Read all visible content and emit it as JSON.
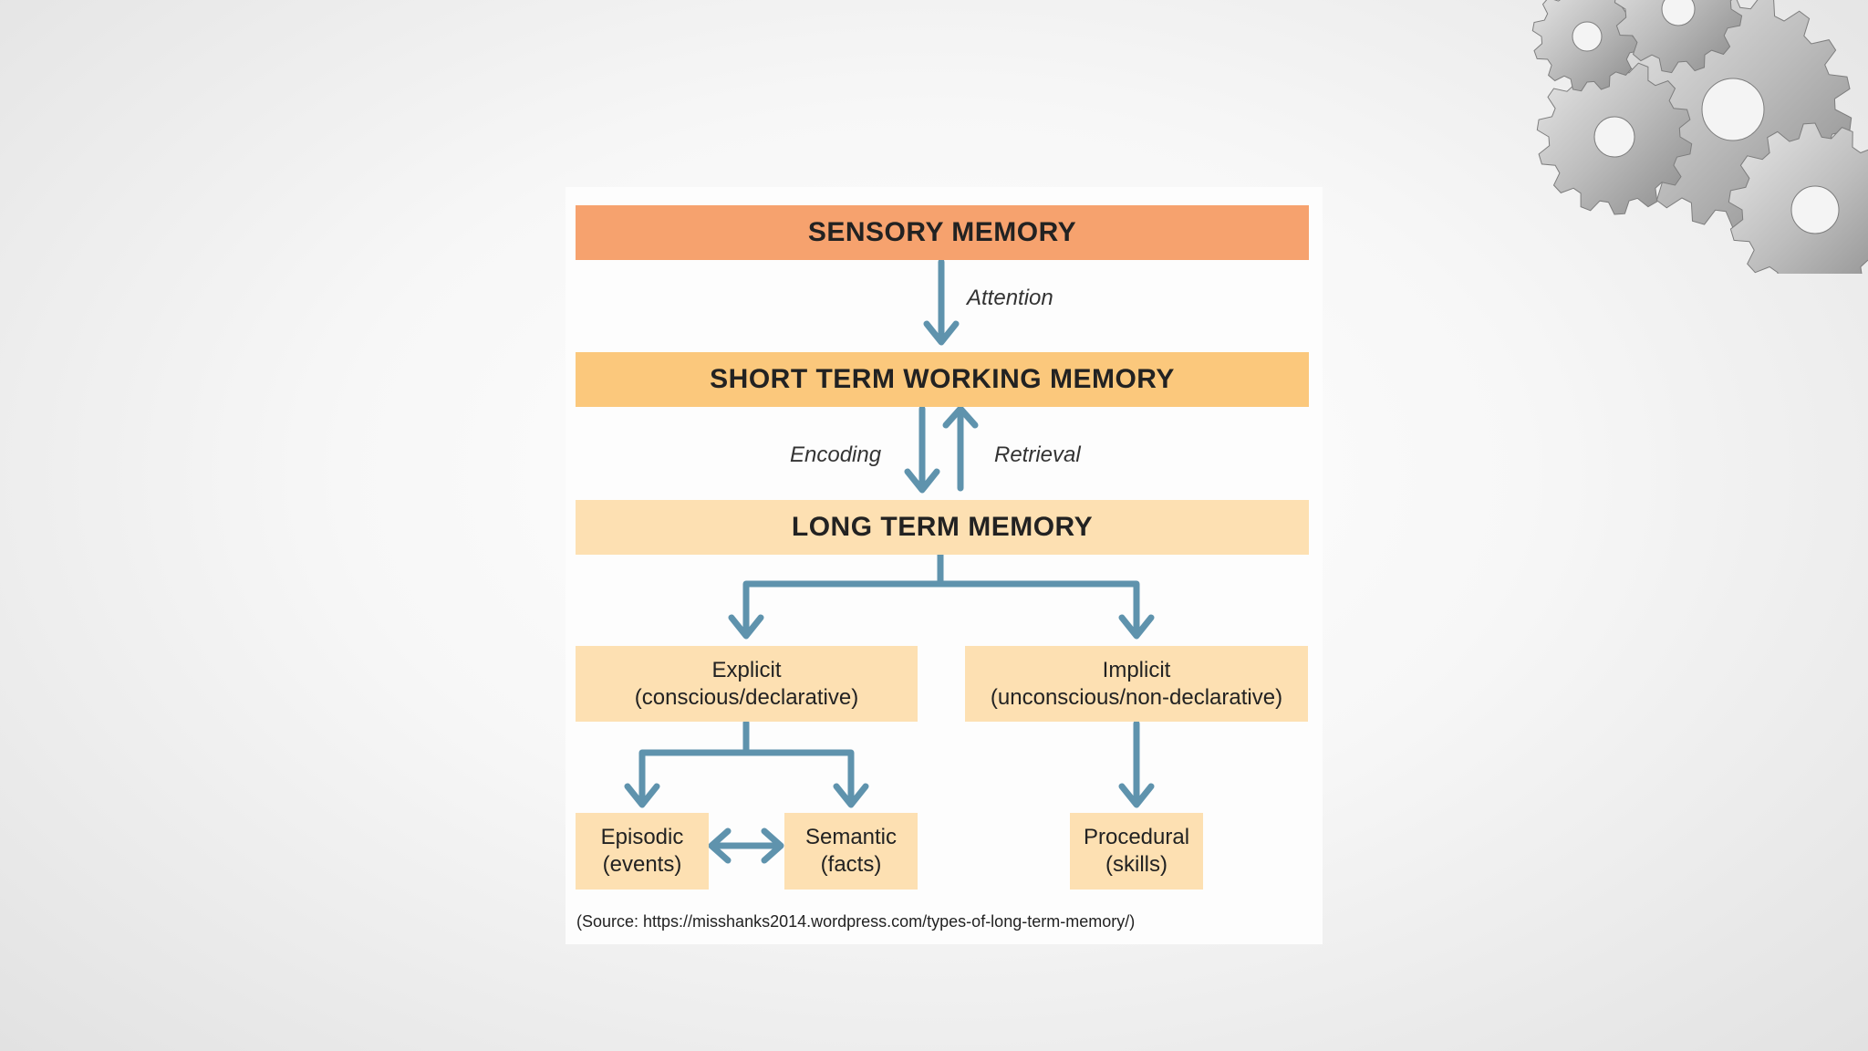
{
  "colors": {
    "sensory": "#f6a26e",
    "short_term": "#fbc87c",
    "long_term": "#fde0b2",
    "sub_boxes": "#fde0b2",
    "arrow": "#5f93ad"
  },
  "decoration": {
    "icon": "gears-icon"
  },
  "diagram": {
    "sensory": "SENSORY MEMORY",
    "short_term": "SHORT TERM WORKING MEMORY",
    "long_term": "LONG TERM MEMORY",
    "attention": "Attention",
    "encoding": "Encoding",
    "retrieval": "Retrieval",
    "explicit": {
      "title": "Explicit",
      "sub": "(conscious/declarative)"
    },
    "implicit": {
      "title": "Implicit",
      "sub": "(unconscious/non-declarative)"
    },
    "episodic": {
      "title": "Episodic",
      "sub": "(events)"
    },
    "semantic": {
      "title": "Semantic",
      "sub": "(facts)"
    },
    "procedural": {
      "title": "Procedural",
      "sub": "(skills)"
    },
    "source": "(Source: https://misshanks2014.wordpress.com/types-of-long-term-memory/)"
  }
}
